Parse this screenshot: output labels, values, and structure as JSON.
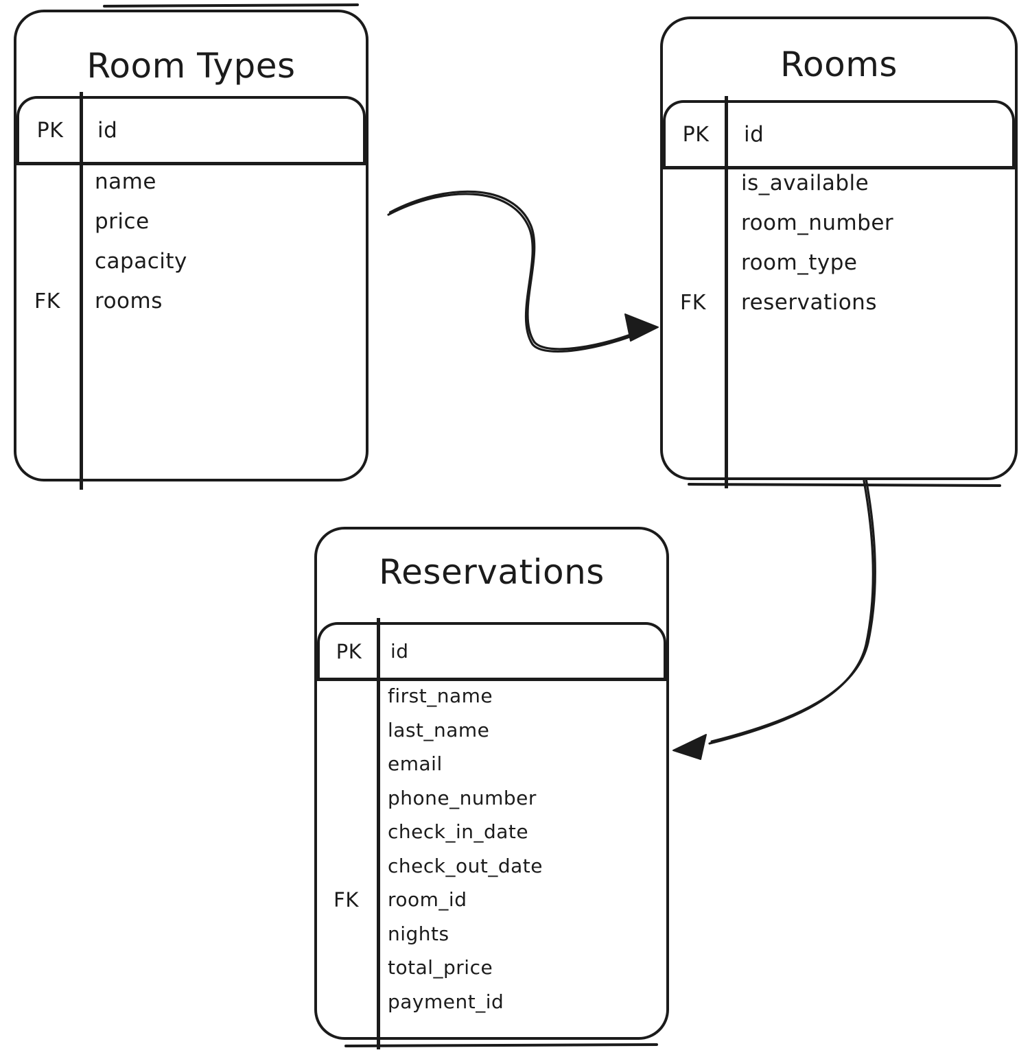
{
  "canvas": {
    "background": "#ffffff",
    "ink": "#1b1b1b"
  },
  "tables": [
    {
      "title": "Room Types",
      "header": {
        "key": "PK",
        "field": "id"
      },
      "rows": [
        {
          "key": "",
          "field": "name"
        },
        {
          "key": "",
          "field": "price"
        },
        {
          "key": "",
          "field": "capacity"
        },
        {
          "key": "FK",
          "field": "rooms"
        }
      ]
    },
    {
      "title": "Rooms",
      "header": {
        "key": "PK",
        "field": "id"
      },
      "rows": [
        {
          "key": "",
          "field": "is_available"
        },
        {
          "key": "",
          "field": "room_number"
        },
        {
          "key": "",
          "field": "room_type"
        },
        {
          "key": "FK",
          "field": "reservations"
        }
      ]
    },
    {
      "title": "Reservations",
      "header": {
        "key": "PK",
        "field": "id"
      },
      "rows": [
        {
          "key": "",
          "field": "first_name"
        },
        {
          "key": "",
          "field": "last_name"
        },
        {
          "key": "",
          "field": "email"
        },
        {
          "key": "",
          "field": "phone_number"
        },
        {
          "key": "",
          "field": "check_in_date"
        },
        {
          "key": "",
          "field": "check_out_date"
        },
        {
          "key": "FK",
          "field": "room_id"
        },
        {
          "key": "",
          "field": "nights"
        },
        {
          "key": "",
          "field": "total_price"
        },
        {
          "key": "",
          "field": "payment_id"
        }
      ]
    }
  ],
  "relations": [
    {
      "from": "Room Types",
      "to": "Rooms"
    },
    {
      "from": "Rooms",
      "to": "Reservations"
    }
  ]
}
